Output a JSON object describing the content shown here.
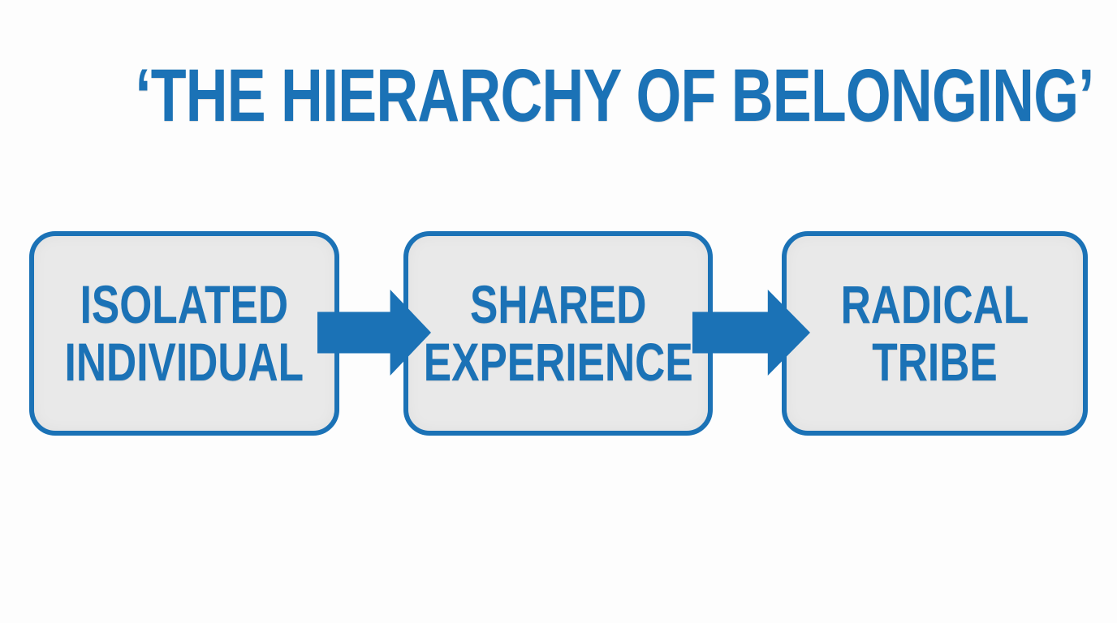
{
  "title": "‘THE HIERARCHY OF BELONGING’",
  "colors": {
    "accent": "#1b72b6",
    "box_fill": "#e9e9e9",
    "background": "#fdfdfd"
  },
  "diagram": {
    "steps": [
      {
        "line1": "ISOLATED",
        "line2": "INDIVIDUAL"
      },
      {
        "line1": "SHARED",
        "line2": "EXPERIENCE"
      },
      {
        "line1": "RADICAL",
        "line2": "TRIBE"
      }
    ],
    "connector": "right-block-arrow"
  }
}
